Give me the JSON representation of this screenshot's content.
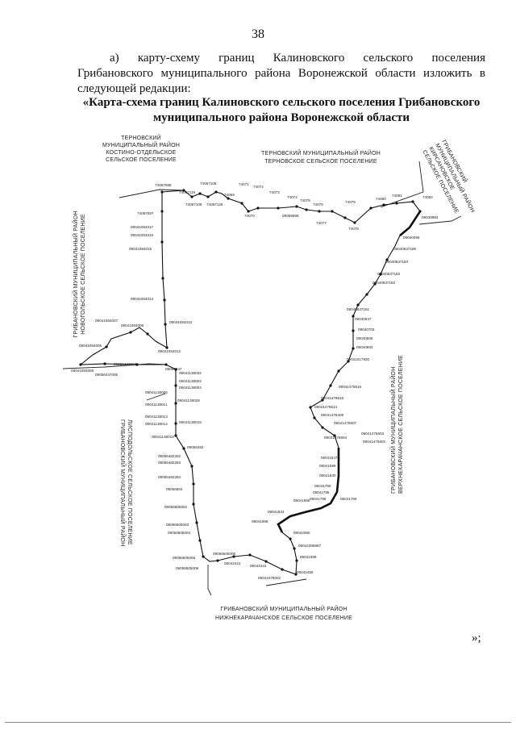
{
  "page": {
    "number": "38",
    "closing": "»;"
  },
  "intro": {
    "text": "а) карту-схему границ Калиновского сельского поселения Грибановского муниципального района Воронежской области изложить в следующей редакции:"
  },
  "map": {
    "title": "«Карта-схема границ Калиновского сельского поселения Грибановского муниципального района Воронежской области",
    "regions": {
      "north_left": [
        "ТЕРНОВСКИЙ",
        "МУНИЦИПАЛЬНЫЙ РАЙОН",
        "КОСТИНО-ОТДЕЛЬСКОЕ",
        "СЕЛЬСКОЕ ПОСЕЛЕНИЕ"
      ],
      "north_center": [
        "ТЕРНОВСКИЙ МУНИЦИПАЛЬНЫЙ РАЙОН",
        "ТЕРНОВСКОЕ СЕЛЬСКОЕ ПОСЕЛЕНИЕ"
      ],
      "north_east": [
        "ГРИБАНОВСКИЙ",
        "МУНИЦИПАЛЬНЫЙ РАЙОН",
        "КИРСАНОВСКОЕ",
        "СЕЛЬСКОЕ ПОСЕЛЕНИЕ"
      ],
      "west": [
        "ГРИБАНОВСКИЙ МУНИЦИПАЛЬНЫЙ РАЙОН",
        "НОВОГОЛЬСКОЕ СЕЛЬСКОЕ ПОСЕЛЕНИЕ"
      ],
      "south_west": [
        "ГРИБАНОВСКИЙ МУНИЦИПАЛЬНЫЙ РАЙОН",
        "ЛИСПОДОЛЬСКОЕ СЕЛЬСКОЕ ПОСЕЛЕНИЕ"
      ],
      "east": [
        "ГРИБАНОВСКИЙ МУНИЦИПАЛЬНЫЙ РАЙОН",
        "ВЕРХНЕКАРАЧАНСКОЕ СЕЛЬСКОЕ ПОСЕЛЕНИЕ"
      ],
      "south": [
        "ГРИБАНОВСКИЙ МУНИЦИПАЛЬНЫЙ РАЙОН",
        "НИЖНЕКАРАЧАНСКОЕ СЕЛЬСКОЕ ПОСЕЛЕНИЕ"
      ]
    },
    "points": {
      "p1": "74067089",
      "p2": "74067119",
      "p3": "74067108",
      "p4": "74067109",
      "p5": "74067128",
      "p6": "74069",
      "p7": "74070",
      "p8": "74071",
      "p9": "74072",
      "p10": "74073",
      "p11": "74074",
      "p12": "74075",
      "p13": "74076",
      "p14": "09059699",
      "p15": "74077",
      "p16": "74078",
      "p17": "74079",
      "p18": "74080",
      "p19": "74081",
      "p20": "74082",
      "p21": "09039984",
      "w1": "74067087",
      "w2": "09041084017",
      "w3": "09041084016",
      "w4": "09041084015",
      "w5": "09041084014",
      "w6": "09041084013",
      "w7": "09041084012",
      "w8": "09041084007",
      "w9": "09041084009",
      "w10": "09041084005",
      "w11": "09041084008",
      "w12": "09056447005",
      "w13": "09056447003",
      "w14": "09056447",
      "s1": "09041138032",
      "s2": "09041138003",
      "s3": "09041138004",
      "s4": "09041138005",
      "s5": "09041138028",
      "s6": "09041138011",
      "s7": "09041138013",
      "s8": "09041138014",
      "s9": "09041138015",
      "s10": "09041138018",
      "s11": "09056482",
      "s12": "09056482282",
      "s13": "09056482283",
      "s14": "09056482284",
      "s15": "09056504",
      "s16": "09056505002",
      "s17": "09056505003",
      "s18": "09056505004",
      "s19": "09056505005",
      "s20": "09056505006",
      "s21": "09056505008",
      "s22": "09042421",
      "s23": "09042441",
      "s24": "09042478002",
      "s25": "09042459",
      "e1": "09040098",
      "e2": "09040637186",
      "e3": "09040637184",
      "e4": "09040637183",
      "e5": "09040637182",
      "e6": "09040637181",
      "e7": "09040637",
      "e8": "09040703",
      "e9": "09040508",
      "e10": "09040683",
      "e11": "09041017830",
      "e12": "09041476616",
      "e13": "09041476615",
      "e14": "09041476614",
      "e15": "09041476409",
      "e16": "09041476607",
      "e17": "09041476604",
      "e18": "09041476603",
      "e19": "09041476602",
      "e20": "09041547",
      "e21": "09041599",
      "e22": "09041630",
      "e23": "09041789",
      "e24": "09041795",
      "e25": "09041786",
      "e26": "09041855",
      "e27": "09041934",
      "e28": "09041996",
      "e29": "09042080",
      "e30": "09042388967",
      "e31": "09042389",
      "e32": "09041769"
    }
  }
}
